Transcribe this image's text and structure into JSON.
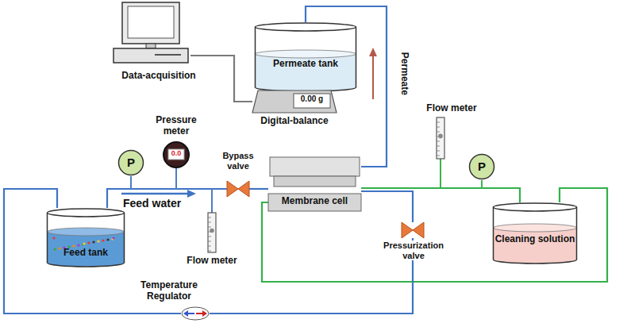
{
  "diagram": {
    "nodes": [
      {
        "text": [
          "Data-acquisition"
        ]
      },
      {
        "text": [
          "Permeate tank"
        ]
      },
      {
        "text": [
          "0.00 g",
          "Digital-balance"
        ]
      },
      {
        "text": [
          "Pressure meter",
          "0.0"
        ]
      },
      {
        "text": [
          "P"
        ]
      },
      {
        "text": [
          "Bypass valve"
        ]
      },
      {
        "text": [
          "Membrane cell"
        ]
      },
      {
        "text": [
          "Flow meter"
        ]
      },
      {
        "text": [
          "P"
        ]
      },
      {
        "text": [
          "Feed tank"
        ]
      },
      {
        "text": [
          "Flow meter"
        ]
      },
      {
        "text": [
          "Pressurization valve"
        ]
      },
      {
        "text": [
          "Cleaning solution"
        ]
      },
      {
        "text": [
          "Temperature Regulator"
        ]
      }
    ],
    "edges": [
      {
        "from": 9,
        "to": 5,
        "arrow": "none"
      },
      {
        "from": 5,
        "to": 6,
        "arrow": "none"
      },
      {
        "from": 6,
        "to": 1,
        "arrow": "none"
      },
      {
        "from": 2,
        "to": 0,
        "arrow": "none"
      },
      {
        "from": 6,
        "to": 12,
        "arrow": "none"
      },
      {
        "from": 12,
        "to": 6,
        "arrow": "none"
      },
      {
        "from": 11,
        "to": 13,
        "arrow": "none"
      },
      {
        "from": 6,
        "to": 11,
        "arrow": "none"
      },
      {
        "from": 13,
        "to": 9,
        "arrow": "none"
      }
    ],
    "labels": [
      "Permeate",
      "Feed water"
    ]
  }
}
